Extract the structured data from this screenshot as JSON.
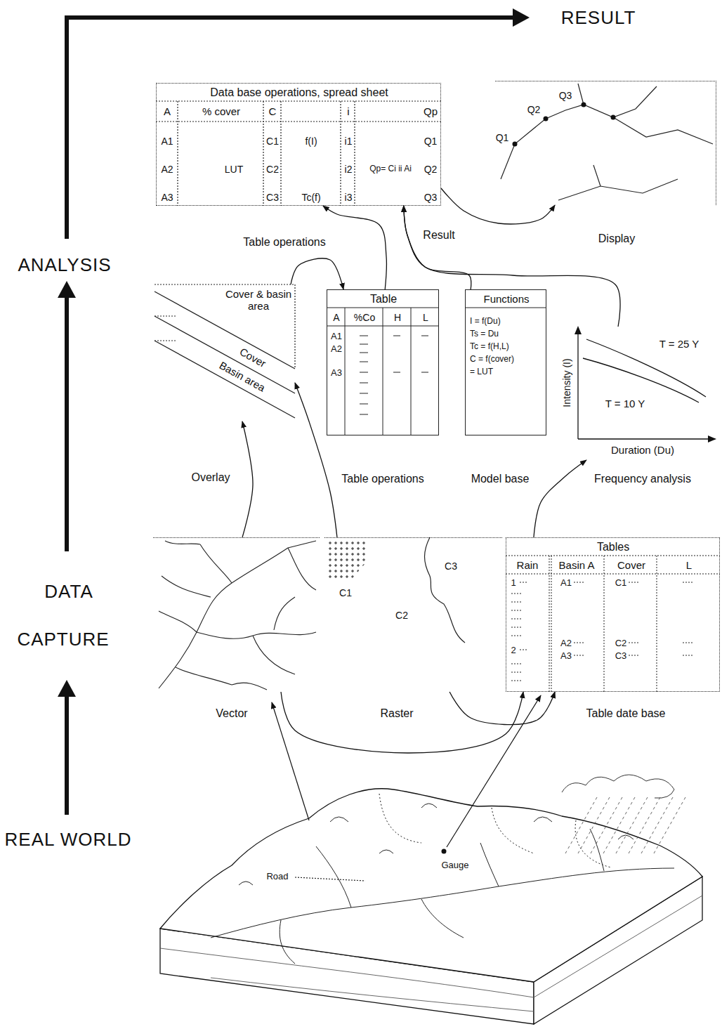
{
  "diagram": {
    "nodes": [
      {
        "text": [
          "Data base operations, spread sheet",
          "A",
          "% cover",
          "C",
          "i",
          "Qp",
          "A1",
          "C1",
          "f(I)",
          "i1",
          "Q1",
          "A2",
          "LUT",
          "C2",
          "i2",
          "Qp= Ci ii Ai",
          "Q2",
          "A3",
          "C3",
          "Tc(f)",
          "i3",
          "Q3"
        ]
      },
      {
        "text": [
          "Q1",
          "Q2",
          "Q3"
        ]
      },
      {
        "text": [
          "Cover & basin area",
          "Cover",
          "Basin area"
        ]
      },
      {
        "text": [
          "Table",
          "A",
          "%Co",
          "H",
          "L",
          "A1",
          "A2",
          "A3"
        ]
      },
      {
        "text": [
          "Functions",
          "I = f(Du)",
          "Ts = Du",
          "Tc = f(H,L)",
          "C = f(cover)",
          "= LUT"
        ]
      },
      {
        "text": [
          "Intensity (I)",
          "Duration (Du)",
          "T = 25 Y",
          "T = 10 Y"
        ]
      },
      {
        "text": [
          "Vector"
        ]
      },
      {
        "text": [
          "C3",
          "C1",
          "C2",
          "Raster"
        ]
      },
      {
        "text": [
          "Tables",
          "Rain",
          "Basin A",
          "Cover",
          "L",
          "1",
          "A1",
          "C1",
          "A2",
          "C2",
          "2",
          "A3",
          "C3",
          "Table date base"
        ]
      }
    ],
    "edges": [
      {
        "from": 6,
        "to": 2,
        "arrow": "to"
      },
      {
        "from": 7,
        "to": 2,
        "arrow": "to"
      },
      {
        "from": 8,
        "to": 5,
        "arrow": "to"
      },
      {
        "from": 6,
        "to": 8,
        "arrow": "to"
      },
      {
        "from": 7,
        "to": 8,
        "arrow": "to"
      },
      {
        "from": 2,
        "to": 3,
        "arrow": "to"
      },
      {
        "from": 3,
        "to": 0,
        "arrow": "to"
      },
      {
        "from": 4,
        "to": 0,
        "arrow": "to"
      },
      {
        "from": 5,
        "to": 0,
        "arrow": "to"
      },
      {
        "from": 0,
        "to": 1,
        "arrow": "to"
      }
    ],
    "labels": [
      "RESULT",
      "ANALYSIS",
      "DATA",
      "CAPTURE",
      "REAL WORLD",
      "Table operations",
      "Result",
      "Display",
      "Overlay",
      "Table operations",
      "Model base",
      "Frequency analysis",
      "Road",
      "Gauge"
    ]
  }
}
